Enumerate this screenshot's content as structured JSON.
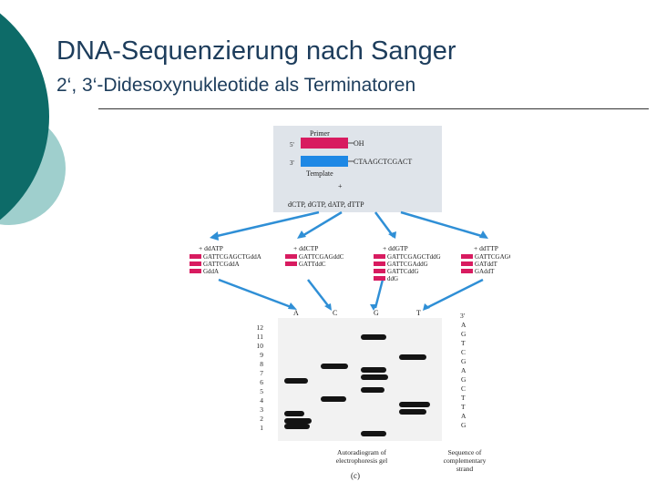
{
  "slide": {
    "title": "DNA-Sequenzierung nach Sanger",
    "subtitle": "2‘, 3‘-Didesoxynukleotide als Terminatoren"
  },
  "figure": {
    "primer_label": "Primer",
    "end_5": "5'",
    "end_3": "3'",
    "oh_label": "OH",
    "template_seq": "CTAAGCTCGACT",
    "template_label": "Template",
    "plus": "+",
    "dntps": "dCTP, dGTP, dATP, dTTP",
    "reactions": [
      {
        "label": "+ ddATP",
        "products": [
          "GATTCGAGCTGddA",
          "GATTCGddA",
          "GddA"
        ]
      },
      {
        "label": "+ ddCTP",
        "products": [
          "GATTCGAGddC",
          "GATTddC"
        ]
      },
      {
        "label": "+ ddGTP",
        "products": [
          "GATTCGAGCTddG",
          "GATTCGAddG",
          "GATTCddG",
          "ddG"
        ]
      },
      {
        "label": "+ ddTTP",
        "products": [
          "GATTCGAGCddT",
          "GATddT",
          "GAddT"
        ]
      }
    ],
    "lanes": [
      "A",
      "C",
      "G",
      "T"
    ],
    "lane_numbers": [
      "12",
      "11",
      "10",
      "9",
      "8",
      "7",
      "6",
      "5",
      "4",
      "3",
      "2",
      "1"
    ],
    "complementary_3": "3'",
    "complementary_seq": [
      "A",
      "G",
      "T",
      "C",
      "G",
      "A",
      "G",
      "C",
      "T",
      "T",
      "A",
      "G"
    ],
    "caption_gel": [
      "Autoradiogram of",
      "electrophoresis gel"
    ],
    "caption_seq": [
      "Sequence of",
      "complementary",
      "strand"
    ],
    "panel_label": "(c)"
  },
  "colors": {
    "title_text": "#1d3d5c",
    "deco_dark": "#0d6b68",
    "deco_light": "#9fcfcd",
    "primer": "#d81b60",
    "template": "#1e88e5",
    "arrow": "#2f8fd6",
    "panel_bg": "#dfe4ea"
  }
}
